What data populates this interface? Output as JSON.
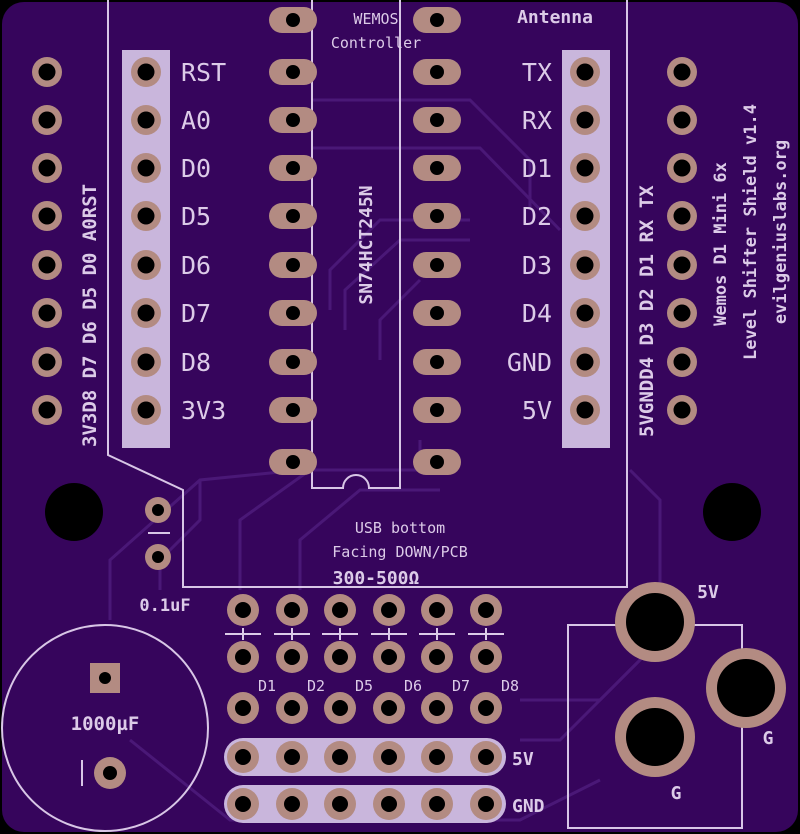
{
  "colors": {
    "board": "#36055c",
    "silk": "#dccbe8",
    "copper": "#b38b82",
    "hole": "#000000",
    "strip": "#c9b6dc"
  },
  "board": {
    "title_line1": "Wemos D1 Mini 6x",
    "title_line2": "Level Shifter Shield v1.4",
    "website": "evilgeniuslabs.org"
  },
  "controller": {
    "label_line1": "WEMOS",
    "label_line2": "Controller",
    "antenna": "Antenna",
    "usb_line1": "USB bottom",
    "usb_line2": "Facing DOWN/PCB"
  },
  "chip": {
    "part": "SN74HCT245N"
  },
  "left_header": {
    "labels": [
      "RST",
      "A0",
      "D0",
      "D5",
      "D6",
      "D7",
      "D8",
      "3V3"
    ],
    "outer_labels": [
      "RST",
      "A0",
      "D0",
      "D5",
      "D6",
      "D7",
      "D8",
      "3V3"
    ]
  },
  "right_header": {
    "labels": [
      "TX",
      "RX",
      "D1",
      "D2",
      "D3",
      "D4",
      "GND",
      "5V"
    ],
    "outer_labels": [
      "TX",
      "RX",
      "D1",
      "D2",
      "D3",
      "D4",
      "GND",
      "5V"
    ]
  },
  "small_cap": {
    "value": "0.1uF"
  },
  "big_cap": {
    "value": "1000µF"
  },
  "resistors": {
    "value": "300-500Ω",
    "outputs": [
      "D1",
      "D2",
      "D5",
      "D6",
      "D7",
      "D8"
    ]
  },
  "rails": {
    "power": "5V",
    "ground": "GND"
  },
  "power_jack": {
    "pin_5v": "5V",
    "pin_g1": "G",
    "pin_g2": "G"
  }
}
